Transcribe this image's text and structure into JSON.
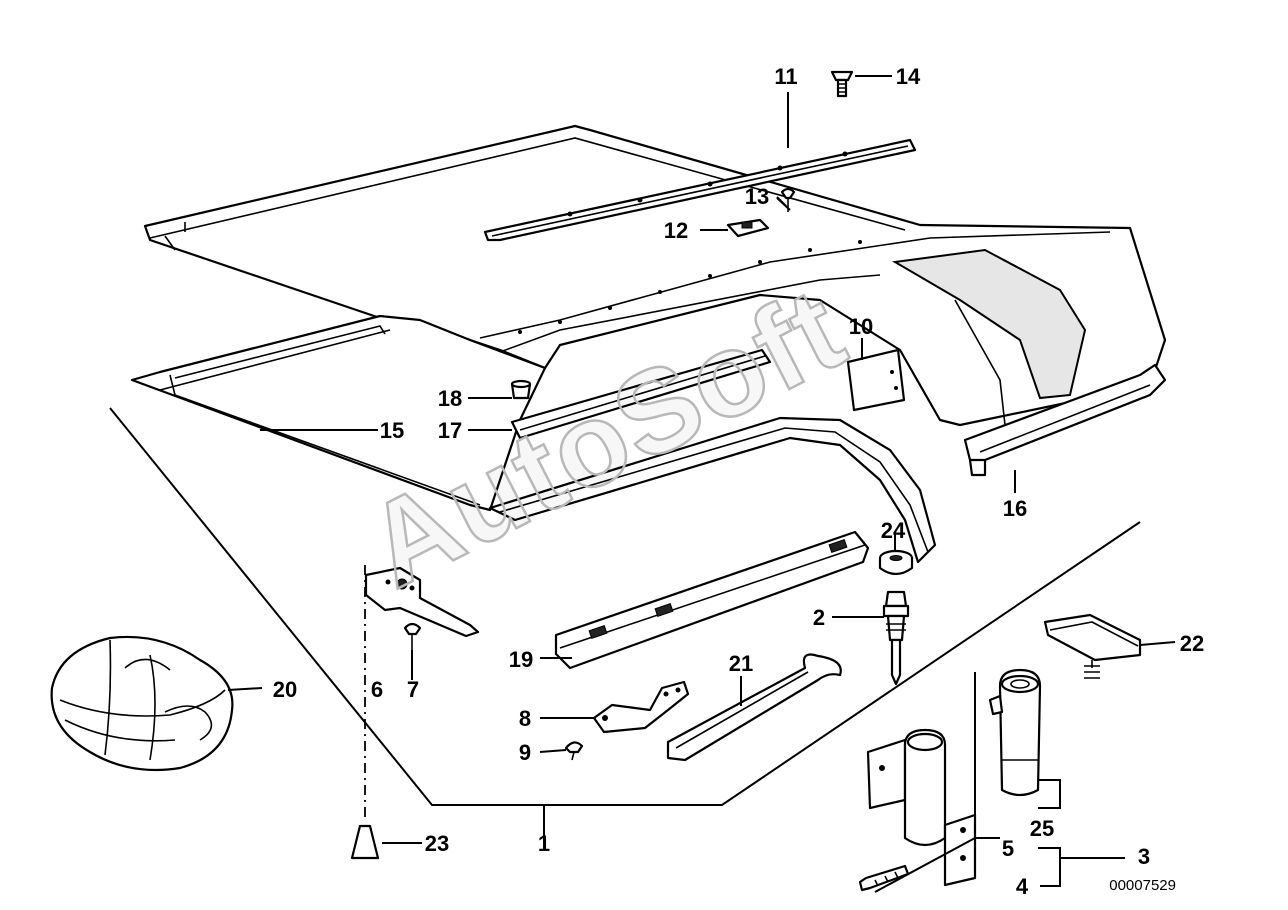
{
  "watermark": "AutoSoft",
  "drawing_code": "00007529",
  "callouts": [
    {
      "id": "c1",
      "text": "1"
    },
    {
      "id": "c2",
      "text": "2"
    },
    {
      "id": "c3",
      "text": "3"
    },
    {
      "id": "c4",
      "text": "4"
    },
    {
      "id": "c5",
      "text": "5"
    },
    {
      "id": "c6",
      "text": "6"
    },
    {
      "id": "c7",
      "text": "7"
    },
    {
      "id": "c8",
      "text": "8"
    },
    {
      "id": "c9",
      "text": "9"
    },
    {
      "id": "c10",
      "text": "10"
    },
    {
      "id": "c11",
      "text": "11"
    },
    {
      "id": "c12",
      "text": "12"
    },
    {
      "id": "c13",
      "text": "13"
    },
    {
      "id": "c14",
      "text": "14"
    },
    {
      "id": "c15",
      "text": "15"
    },
    {
      "id": "c16",
      "text": "16"
    },
    {
      "id": "c17",
      "text": "17"
    },
    {
      "id": "c18",
      "text": "18"
    },
    {
      "id": "c19",
      "text": "19"
    },
    {
      "id": "c20",
      "text": "20"
    },
    {
      "id": "c21",
      "text": "21"
    },
    {
      "id": "c22",
      "text": "22"
    },
    {
      "id": "c23",
      "text": "23"
    },
    {
      "id": "c24",
      "text": "24"
    },
    {
      "id": "c25",
      "text": "25"
    }
  ]
}
